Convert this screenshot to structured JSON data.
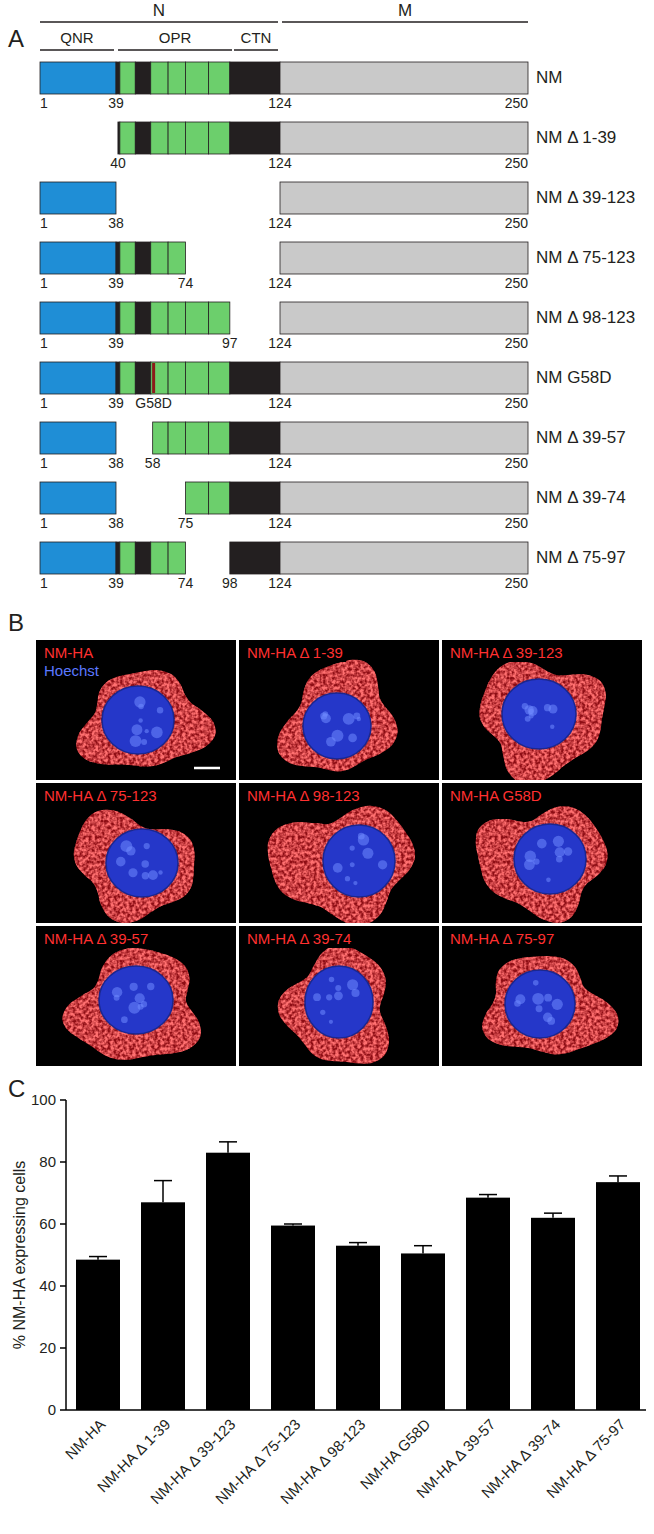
{
  "diagram": {
    "nodes": [
      {
        "text": [
          "NM-HA",
          "Hoechst"
        ]
      },
      {
        "text": [
          "NM-HA Δ 1-39"
        ]
      },
      {
        "text": [
          "NM-HA Δ 39-123"
        ]
      },
      {
        "text": [
          "NM-HA Δ 75-123"
        ]
      },
      {
        "text": [
          "NM-HA Δ 98-123"
        ]
      },
      {
        "text": [
          "NM-HA G58D"
        ]
      },
      {
        "text": [
          "NM-HA Δ 39-57"
        ]
      },
      {
        "text": [
          "NM-HA Δ 39-74"
        ]
      },
      {
        "text": [
          "NM-HA Δ 75-97"
        ]
      }
    ],
    "labels": [
      "A",
      "N",
      "M",
      "QNR",
      "OPR",
      "CTN",
      "1",
      "39",
      "124",
      "250",
      "NM",
      "40",
      "124",
      "250",
      "NM Δ 1-39",
      "1",
      "38",
      "124",
      "250",
      "NM Δ 39-123",
      "1",
      "39",
      "74",
      "124",
      "250",
      "NM Δ 75-123",
      "1",
      "39",
      "97",
      "124",
      "250",
      "NM Δ 98-123",
      "1",
      "39",
      "G58D",
      "124",
      "250",
      "NM G58D",
      "1",
      "38",
      "58",
      "124",
      "250",
      "NM Δ 39-57",
      "1",
      "38",
      "75",
      "124",
      "250",
      "NM Δ 39-74",
      "1",
      "39",
      "74",
      "98",
      "124",
      "250",
      "NM Δ 75-97",
      "B",
      "C",
      "0",
      "20",
      "40",
      "60",
      "80",
      "100",
      "% NM-HA expressing cells",
      "NM-HA",
      "NM-HA Δ 1-39",
      "NM-HA Δ 39-123",
      "NM-HA Δ 75-123",
      "NM-HA Δ 98-123",
      "NM-HA G58D",
      "NM-HA Δ 39-57",
      "NM-HA Δ 39-74",
      "NM-HA Δ 75-97"
    ]
  }
}
